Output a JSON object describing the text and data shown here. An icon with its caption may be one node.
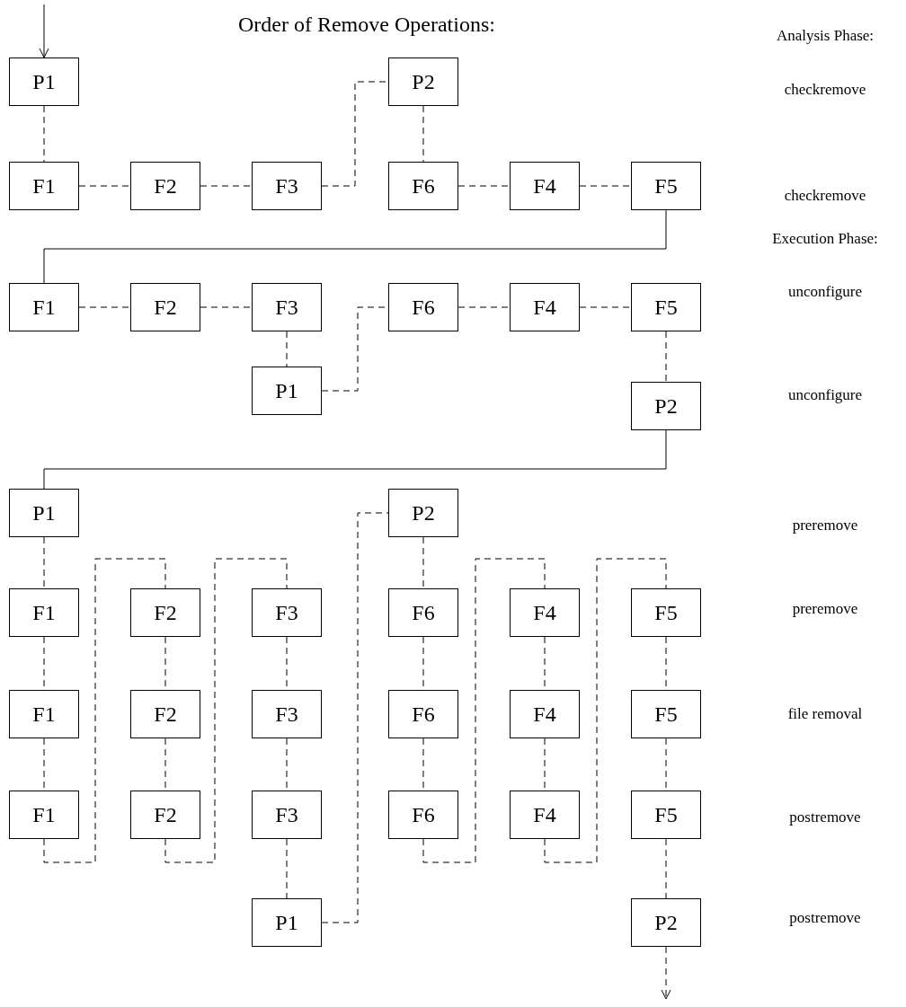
{
  "diagram": {
    "title": "Order of Remove Operations:",
    "nodes": [
      {
        "text": [
          "P1"
        ]
      },
      {
        "text": [
          "P2"
        ]
      },
      {
        "text": [
          "F1"
        ]
      },
      {
        "text": [
          "F2"
        ]
      },
      {
        "text": [
          "F3"
        ]
      },
      {
        "text": [
          "F6"
        ]
      },
      {
        "text": [
          "F4"
        ]
      },
      {
        "text": [
          "F5"
        ]
      },
      {
        "text": [
          "F1"
        ]
      },
      {
        "text": [
          "F2"
        ]
      },
      {
        "text": [
          "F3"
        ]
      },
      {
        "text": [
          "F6"
        ]
      },
      {
        "text": [
          "F4"
        ]
      },
      {
        "text": [
          "F5"
        ]
      },
      {
        "text": [
          "P1"
        ]
      },
      {
        "text": [
          "P2"
        ]
      },
      {
        "text": [
          "P1"
        ]
      },
      {
        "text": [
          "P2"
        ]
      },
      {
        "text": [
          "F1"
        ]
      },
      {
        "text": [
          "F2"
        ]
      },
      {
        "text": [
          "F3"
        ]
      },
      {
        "text": [
          "F6"
        ]
      },
      {
        "text": [
          "F4"
        ]
      },
      {
        "text": [
          "F5"
        ]
      },
      {
        "text": [
          "F1"
        ]
      },
      {
        "text": [
          "F2"
        ]
      },
      {
        "text": [
          "F3"
        ]
      },
      {
        "text": [
          "F6"
        ]
      },
      {
        "text": [
          "F4"
        ]
      },
      {
        "text": [
          "F5"
        ]
      },
      {
        "text": [
          "F1"
        ]
      },
      {
        "text": [
          "F2"
        ]
      },
      {
        "text": [
          "F3"
        ]
      },
      {
        "text": [
          "F6"
        ]
      },
      {
        "text": [
          "F4"
        ]
      },
      {
        "text": [
          "F5"
        ]
      },
      {
        "text": [
          "P1"
        ]
      },
      {
        "text": [
          "P2"
        ]
      }
    ],
    "edges": [
      {
        "from": null,
        "to": 0,
        "arrow": "to"
      },
      {
        "from": 0,
        "to": 2,
        "arrow": "none",
        "style": "dashed"
      },
      {
        "from": 2,
        "to": 3,
        "arrow": "none",
        "style": "dashed"
      },
      {
        "from": 3,
        "to": 4,
        "arrow": "none",
        "style": "dashed"
      },
      {
        "from": 4,
        "to": 1,
        "arrow": "none",
        "style": "dashed"
      },
      {
        "from": 1,
        "to": 5,
        "arrow": "none",
        "style": "dashed"
      },
      {
        "from": 5,
        "to": 6,
        "arrow": "none",
        "style": "dashed"
      },
      {
        "from": 6,
        "to": 7,
        "arrow": "none",
        "style": "dashed"
      },
      {
        "from": 7,
        "to": 8,
        "arrow": "none"
      },
      {
        "from": 8,
        "to": 9,
        "arrow": "none",
        "style": "dashed"
      },
      {
        "from": 9,
        "to": 10,
        "arrow": "none",
        "style": "dashed"
      },
      {
        "from": 10,
        "to": 14,
        "arrow": "none",
        "style": "dashed"
      },
      {
        "from": 14,
        "to": 11,
        "arrow": "none",
        "style": "dashed"
      },
      {
        "from": 11,
        "to": 12,
        "arrow": "none",
        "style": "dashed"
      },
      {
        "from": 12,
        "to": 13,
        "arrow": "none",
        "style": "dashed"
      },
      {
        "from": 13,
        "to": 15,
        "arrow": "none",
        "style": "dashed"
      },
      {
        "from": 15,
        "to": 16,
        "arrow": "none"
      },
      {
        "from": 16,
        "to": 18,
        "arrow": "none",
        "style": "dashed"
      },
      {
        "from": 18,
        "to": 24,
        "arrow": "none",
        "style": "dashed"
      },
      {
        "from": 24,
        "to": 30,
        "arrow": "none",
        "style": "dashed"
      },
      {
        "from": 30,
        "to": 19,
        "arrow": "none",
        "style": "dashed"
      },
      {
        "from": 19,
        "to": 25,
        "arrow": "none",
        "style": "dashed"
      },
      {
        "from": 25,
        "to": 31,
        "arrow": "none",
        "style": "dashed"
      },
      {
        "from": 31,
        "to": 20,
        "arrow": "none",
        "style": "dashed"
      },
      {
        "from": 20,
        "to": 26,
        "arrow": "none",
        "style": "dashed"
      },
      {
        "from": 26,
        "to": 32,
        "arrow": "none",
        "style": "dashed"
      },
      {
        "from": 32,
        "to": 36,
        "arrow": "none",
        "style": "dashed"
      },
      {
        "from": 36,
        "to": 17,
        "arrow": "none",
        "style": "dashed"
      },
      {
        "from": 17,
        "to": 21,
        "arrow": "none",
        "style": "dashed"
      },
      {
        "from": 21,
        "to": 27,
        "arrow": "none",
        "style": "dashed"
      },
      {
        "from": 27,
        "to": 33,
        "arrow": "none",
        "style": "dashed"
      },
      {
        "from": 33,
        "to": 22,
        "arrow": "none",
        "style": "dashed"
      },
      {
        "from": 22,
        "to": 28,
        "arrow": "none",
        "style": "dashed"
      },
      {
        "from": 28,
        "to": 34,
        "arrow": "none",
        "style": "dashed"
      },
      {
        "from": 34,
        "to": 23,
        "arrow": "none",
        "style": "dashed"
      },
      {
        "from": 23,
        "to": 29,
        "arrow": "none",
        "style": "dashed"
      },
      {
        "from": 29,
        "to": 35,
        "arrow": "none",
        "style": "dashed"
      },
      {
        "from": 35,
        "to": 37,
        "arrow": "none",
        "style": "dashed"
      },
      {
        "from": 37,
        "to": null,
        "arrow": "to",
        "style": "dashed"
      }
    ],
    "labels": [
      "Analysis Phase:",
      "checkremove",
      "checkremove",
      "Execution Phase:",
      "unconfigure",
      "unconfigure",
      "preremove",
      "preremove",
      "file removal",
      "postremove",
      "postremove"
    ]
  }
}
